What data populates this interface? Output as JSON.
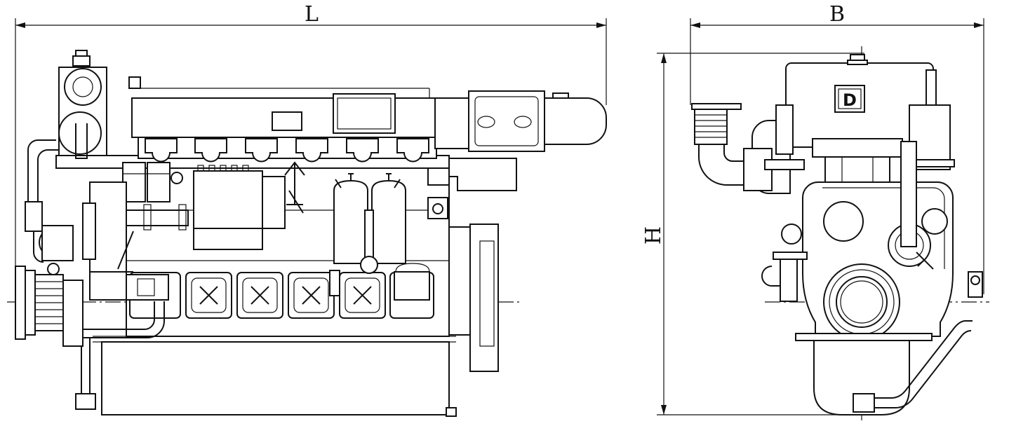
{
  "dimensions": {
    "length_label": "L",
    "width_label": "B",
    "height_label": "H"
  },
  "logo": {
    "text": "D"
  },
  "colors": {
    "line": "#111111",
    "background": "#ffffff"
  }
}
